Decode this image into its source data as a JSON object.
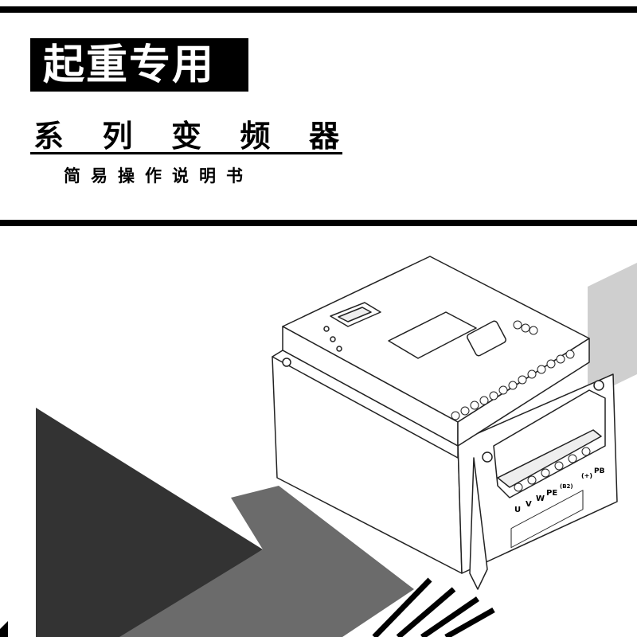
{
  "cover": {
    "badge_title": "起重专用",
    "series_title": [
      "系",
      "列",
      "变",
      "频",
      "器"
    ],
    "subtitle": "简易操作说明书"
  },
  "device": {
    "power_terminals": [
      "U",
      "V",
      "W",
      "PE",
      "(B2)",
      "(+)",
      "PB"
    ]
  },
  "colors": {
    "dark_gray": "#333333",
    "mid_gray": "#6b6b6b",
    "light_gray": "#cfcfcf"
  }
}
